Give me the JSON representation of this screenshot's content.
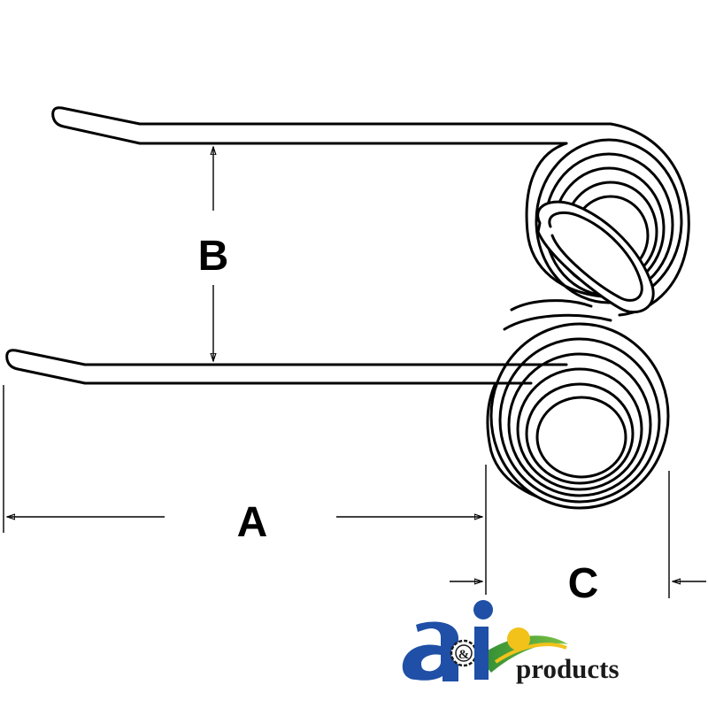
{
  "diagram": {
    "subject": "double torsion spring tine",
    "dimensions": {
      "a": "A",
      "b": "B",
      "c": "C"
    }
  },
  "logo": {
    "wordmark": "a&i products",
    "suffix_text": "products",
    "ampersand": "&",
    "colors": {
      "blue": "#1f4fa6",
      "green": "#3f9a3a",
      "yellow": "#f2c21b",
      "text": "#1a1a1a"
    }
  },
  "colors": {
    "line": "#000000",
    "background": "#ffffff"
  }
}
